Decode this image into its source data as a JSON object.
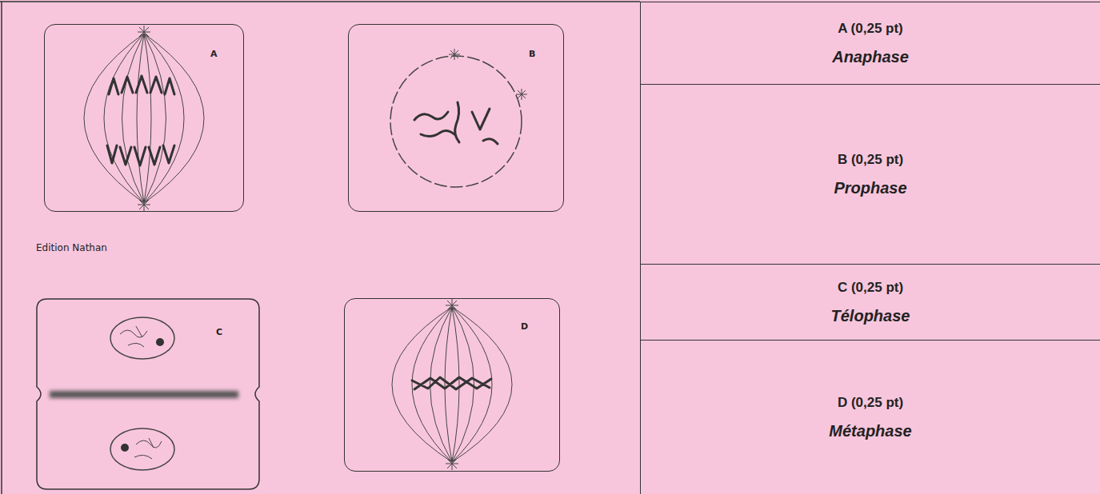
{
  "diagram": {
    "nodes": [
      {
        "text": [
          "A"
        ]
      },
      {
        "text": [
          "B"
        ]
      },
      {
        "text": [
          "C"
        ]
      },
      {
        "text": [
          "D"
        ]
      },
      {
        "text": [
          "A (0,25 pt)",
          "Anaphase"
        ]
      },
      {
        "text": [
          "B (0,25 pt)",
          "Prophase"
        ]
      },
      {
        "text": [
          "C (0,25 pt)",
          "Télophase"
        ]
      },
      {
        "text": [
          "D (0,25 pt)",
          "Métaphase"
        ]
      }
    ],
    "labels": [
      "Edition Nathan"
    ]
  }
}
